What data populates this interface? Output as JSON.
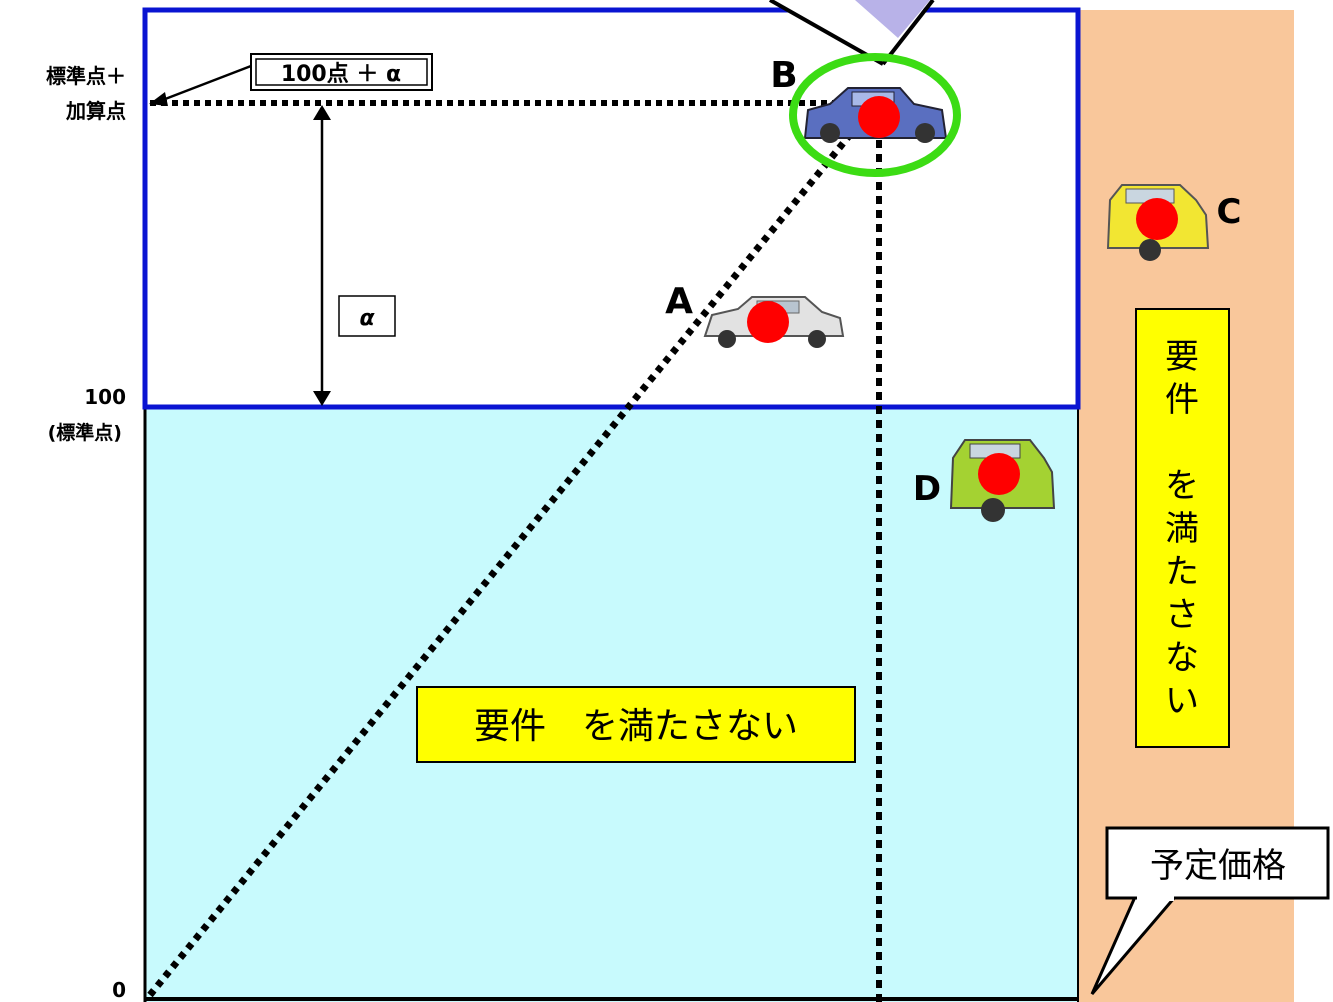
{
  "y_axis": {
    "top_label_line1": "標準点＋",
    "top_label_line2": "加算点",
    "mid_value": "100",
    "mid_label": "(標準点)",
    "zero": "0"
  },
  "callout_top": "100点 ＋ α",
  "alpha_box": "α",
  "points": {
    "a": "A",
    "b": "B",
    "c": "C",
    "d": "D"
  },
  "region_bottom_text": "要件　を満たさない",
  "region_right_chars": [
    "要",
    "件",
    "",
    "を",
    "満",
    "た",
    "さ",
    "な",
    "い"
  ],
  "price_callout": "予定価格",
  "colors": {
    "frame_blue": "#0a14d2",
    "region_cyan": "#c8fafd",
    "region_orange": "#f9c79b",
    "label_yellow": "#ffff00",
    "highlight_green": "#3cdc14",
    "dot_red": "#ff0000"
  }
}
